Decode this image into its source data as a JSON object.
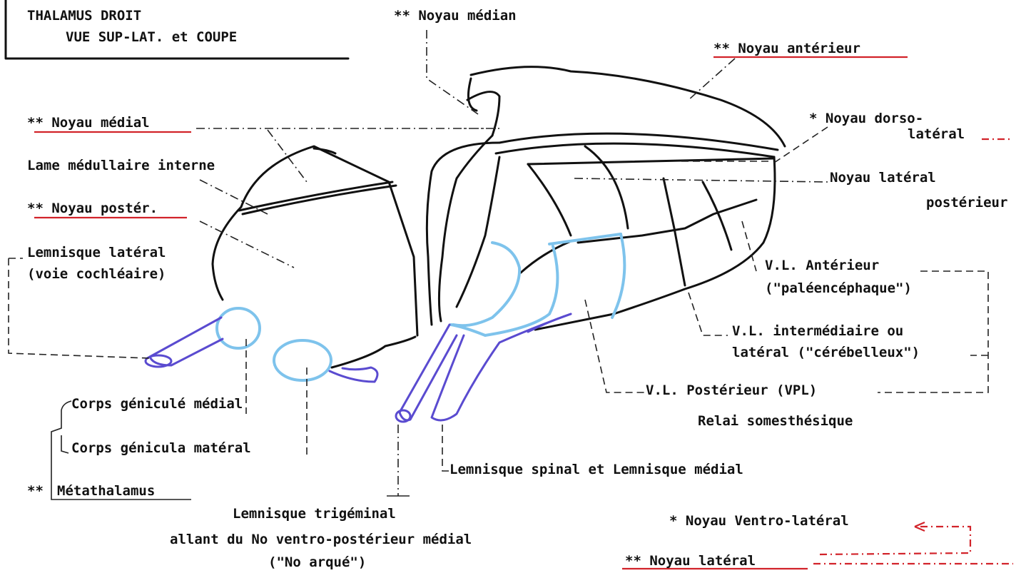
{
  "title": {
    "line1": "THALAMUS DROIT",
    "line2": "VUE SUP-LAT. et COUPE"
  },
  "labels": {
    "noyau_median": "** Noyau médian",
    "noyau_anterieur": "** Noyau antérieur",
    "noyau_dorso_1": "* Noyau dorso-",
    "noyau_dorso_2": "latéral",
    "noyau_medial": "** Noyau médial",
    "lame_medullaire": "Lame médullaire interne",
    "noyau_poster": "** Noyau postér.",
    "lemnisque_lateral_1": "Lemnisque latéral",
    "lemnisque_lateral_2": "(voie cochléaire)",
    "noyau_lat_post_1": "Noyau latéral",
    "noyau_lat_post_2": "postérieur",
    "vl_anterieur_1": "V.L. Antérieur",
    "vl_anterieur_2": "(\"paléencéphaque\")",
    "vl_inter_1": "V.L.  intermédiaire ou",
    "vl_inter_2": "latéral (\"cérébelleux\")",
    "vl_posterieur": "V.L. Postérieur (VPL)",
    "relai": "Relai somesthésique",
    "corps_gen_medial": "Corps géniculé médial",
    "corps_gen_lateral": "Corps génicula matéral",
    "metathalamus_star": "**",
    "metathalamus": "Métathalamus",
    "lemnisque_spinal": "Lemnisque spinal et Lemnisque médial",
    "lemnisque_trig_1": "Lemnisque trigéminal",
    "lemnisque_trig_2": "allant du No ventro-postérieur médial",
    "lemnisque_trig_3": "(\"No arqué\")",
    "noyau_ventro_lateral": "* Noyau Ventro-latéral",
    "noyau_lateral": "** Noyau  latéral"
  },
  "colors": {
    "ink": "#111111",
    "accent_red": "#d2232a",
    "nerve_blue": "#7ec3ec",
    "tract_purple": "#5a4bd0"
  }
}
